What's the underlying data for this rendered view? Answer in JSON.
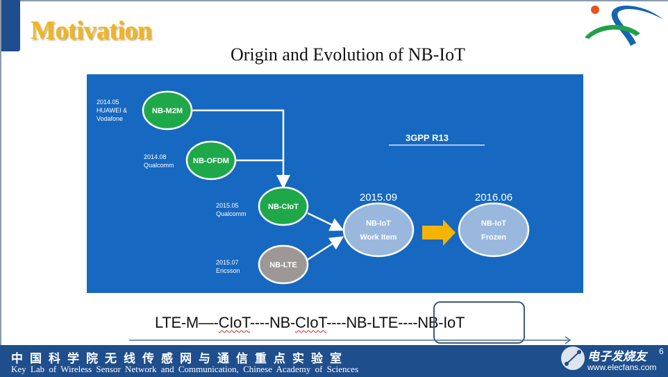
{
  "slide": {
    "heading": "Motivation",
    "subtitle": "Origin and Evolution of NB-IoT",
    "page_number": "6"
  },
  "diagram": {
    "release_label": "3GPP R13",
    "proposals": [
      {
        "name": "NB-M2M",
        "date": "2014.05",
        "org_line1": "HUAWEI &",
        "org_line2": "Vodafone",
        "color": "#1fa84a"
      },
      {
        "name": "NB-OFDM",
        "date": "2014.08",
        "org_line1": "Qualcomm",
        "color": "#1fa84a"
      },
      {
        "name": "NB-CIoT",
        "date": "2015.05",
        "org_line1": "Qualcomm",
        "color": "#1fa84a"
      },
      {
        "name": "NB-LTE",
        "date": "2015.07",
        "org_line1": "Ericsson",
        "color": "#9d9795"
      }
    ],
    "milestones": [
      {
        "date": "2015.09",
        "line1": "NB-IoT",
        "line2": "Work Item"
      },
      {
        "date": "2016.06",
        "line1": "NB-IoT",
        "line2": "Frozen"
      }
    ],
    "panel_color": "#1768c0",
    "arrow_color": "#f5b400"
  },
  "sequence": {
    "p1": "LTE-M",
    "p2": "—-",
    "p3": "CIoT",
    "p4": "----NB-",
    "p5": "CIoT",
    "p6": "----NB-LTE----NB-IoT"
  },
  "footer": {
    "chinese": "中国科学院无线传感网与通信重点实验室",
    "english": "Key Lab of Wireless Sensor Network and Communication, Chinese Academy of Sciences",
    "watermark_cn": "电子发烧友",
    "watermark_url": "www.elecfans.com",
    "color": "#1f4e8c"
  }
}
